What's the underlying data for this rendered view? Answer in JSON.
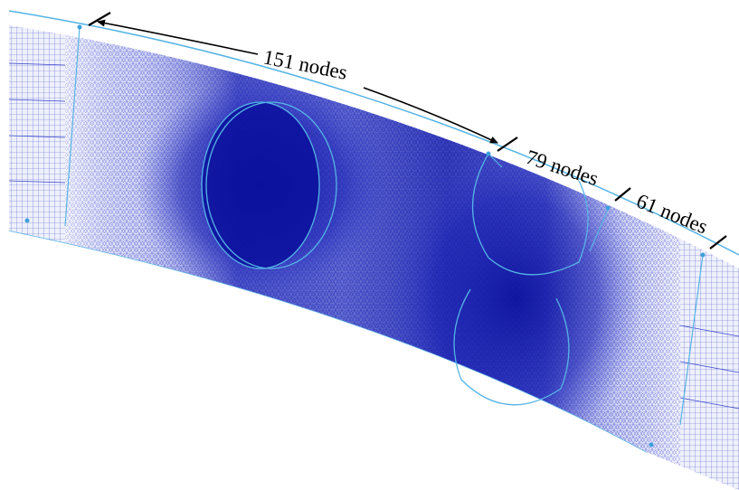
{
  "segments": [
    {
      "label": "151 nodes"
    },
    {
      "label": "79 nodes"
    },
    {
      "label": "61 nodes"
    }
  ],
  "colors": {
    "mesh_dense": "#0a109c",
    "mesh_mid": "#2a34c8",
    "mesh_light": "#9aa0e6",
    "structured_grid": "#5a64d0",
    "edge_line": "#56b4e6",
    "annotation": "#000000",
    "background": "#ffffff"
  }
}
